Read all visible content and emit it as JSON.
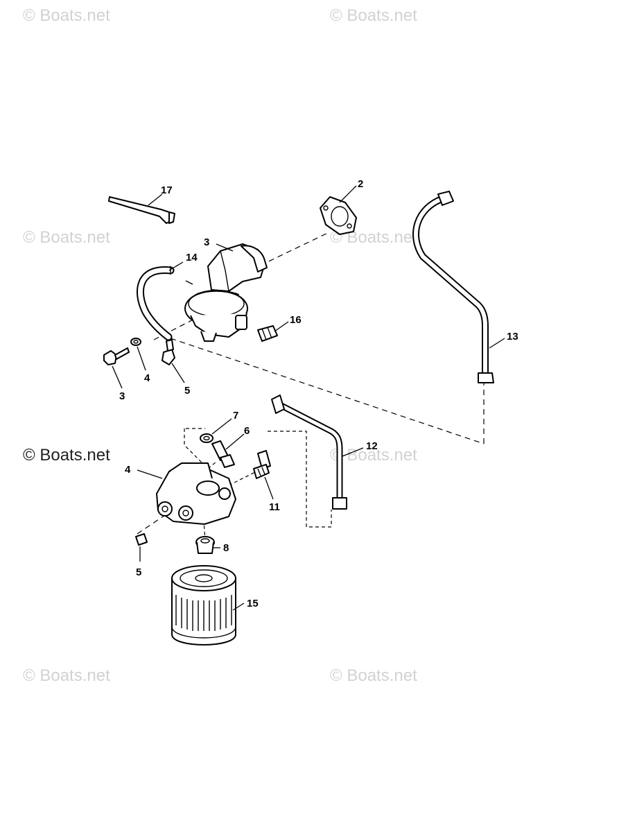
{
  "watermark": {
    "text": "© Boats.net"
  },
  "callouts": {
    "c17": "17",
    "c2": "2",
    "c3a": "3",
    "c14": "14",
    "c16": "16",
    "c13": "13",
    "c3b": "3",
    "c4a": "4",
    "c5a": "5",
    "c7": "7",
    "c6": "6",
    "c12": "12",
    "c4b": "4",
    "c11": "11",
    "c8": "8",
    "c5b": "5",
    "c15": "15"
  }
}
